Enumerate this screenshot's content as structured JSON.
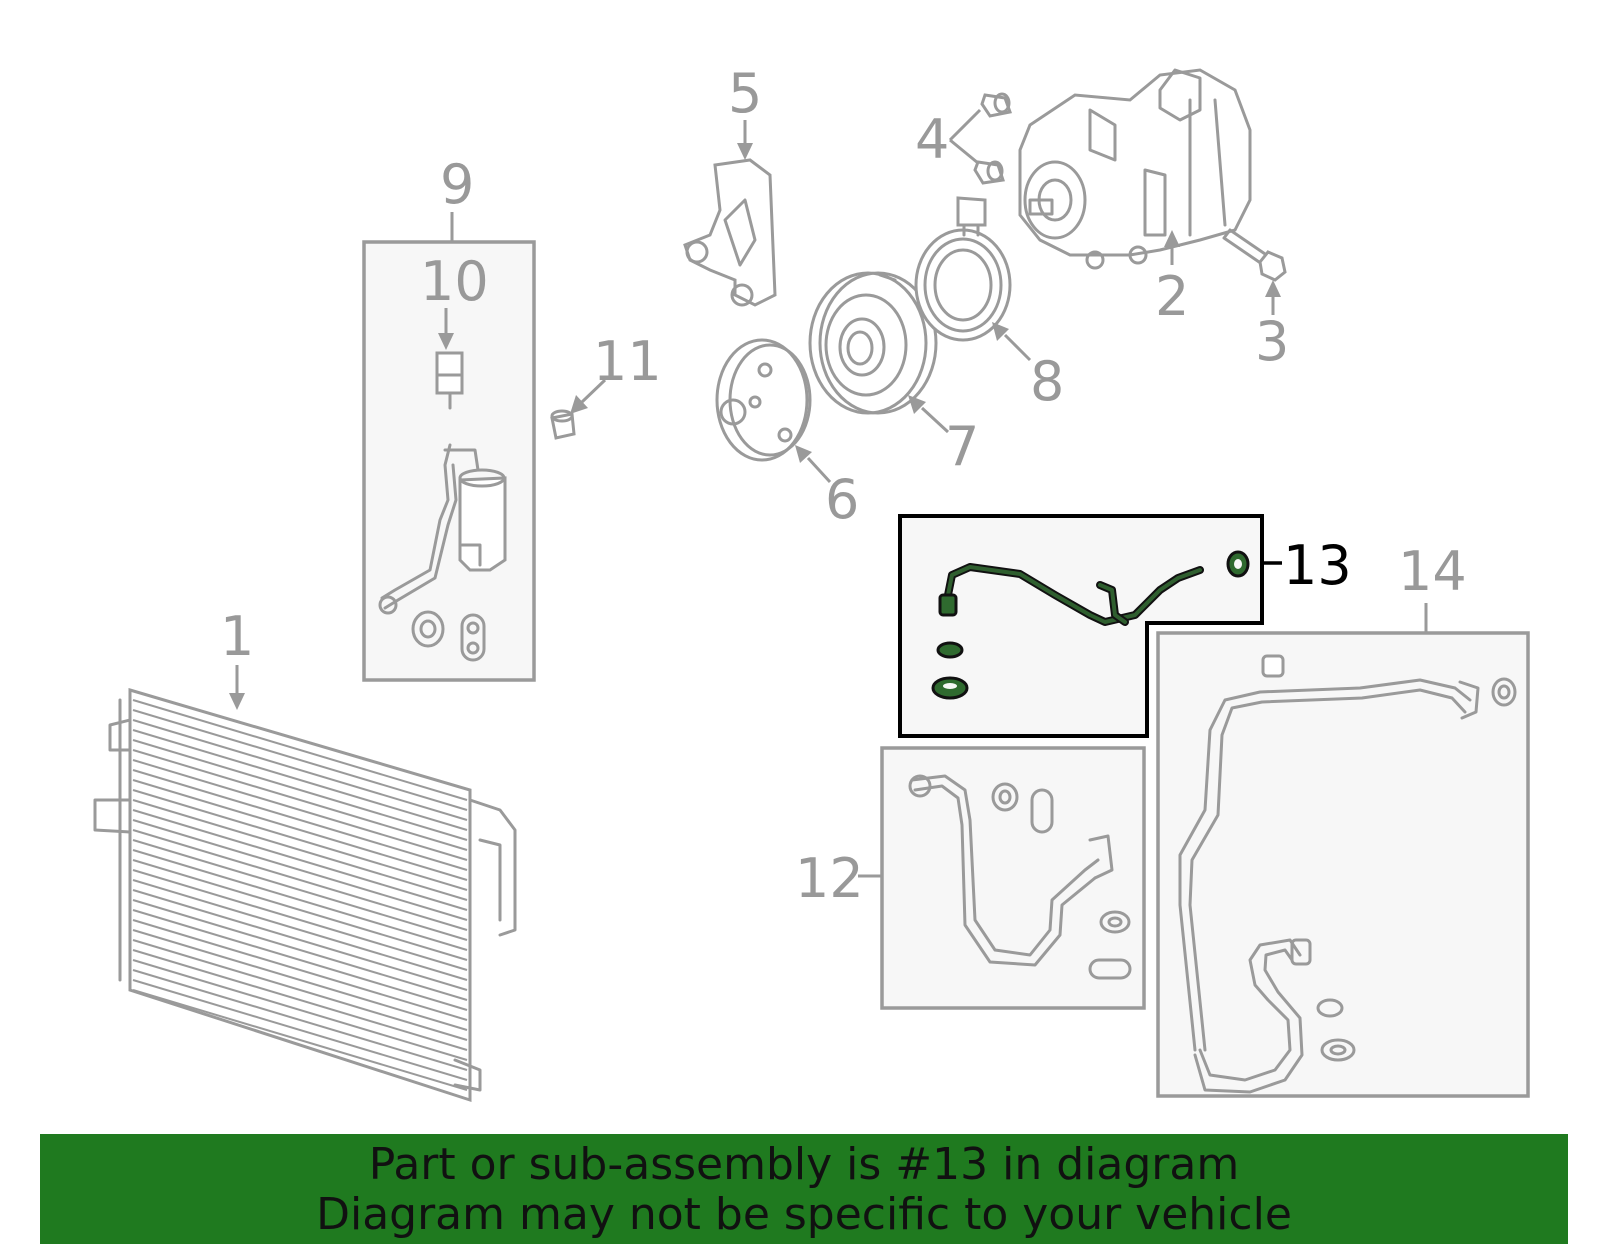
{
  "diagram": {
    "callouts": [
      "1",
      "2",
      "3",
      "4",
      "5",
      "6",
      "7",
      "8",
      "9",
      "10",
      "11",
      "12",
      "13",
      "14"
    ],
    "highlighted": "13",
    "colors": {
      "highlight": "#2f6a2f",
      "line": "#9a9a9a",
      "banner": "#1f7a1f"
    }
  },
  "banner": {
    "line1": "Part or sub-assembly is #13 in diagram",
    "line2": "Diagram may not be specific to your vehicle"
  }
}
